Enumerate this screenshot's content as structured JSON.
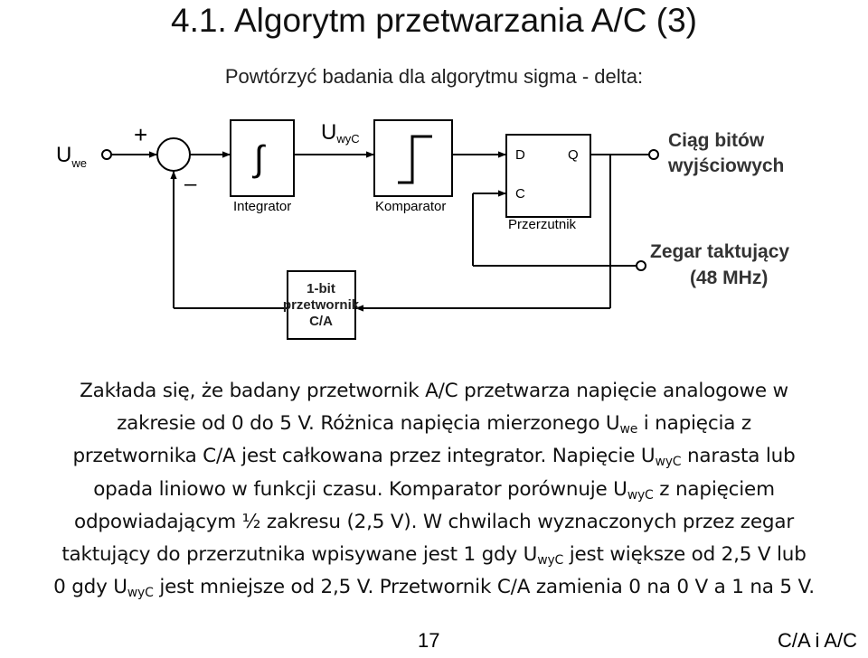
{
  "slide": {
    "title": "4.1. Algorytm przetwarzania A/C (3)",
    "subtitle": "Powtórzyć badania dla algorytmu sigma - delta:",
    "page_number": "17",
    "footer": "C/A i A/C"
  },
  "diagram": {
    "input_label_main": "U",
    "input_label_sub": "we",
    "plus_sign": "+",
    "minus_sign": "–",
    "integrator_label": "Integrator",
    "integrator_symbol": "∫",
    "out_label_main": "U",
    "out_label_sub": "wyC",
    "comparator_label": "Komparator",
    "flipflop_d": "D",
    "flipflop_q": "Q",
    "flipflop_c": "C",
    "flipflop_label": "Przerzutnik",
    "output_label_1": "Ciąg bitów",
    "output_label_2": "wyjściowych",
    "clock_label_1": "Zegar taktujący",
    "clock_label_2": "(48 MHz)",
    "dac_label_1": "1-bit",
    "dac_label_2": "przetwornik",
    "dac_label_3": "C/A"
  },
  "paragraph": {
    "l1": "Zakłada się, że badany przetwornik A/C przetwarza napięcie analogowe w",
    "l2a": "zakresie od 0 do 5 V. Różnica napięcia mierzonego U",
    "l2sub": "we",
    "l2b": " i napięcia z",
    "l3a": "przetwornika C/A jest całkowana przez integrator. Napięcie U",
    "l3sub": "wyC",
    "l3b": " narasta lub",
    "l4a": "opada liniowo w funkcji czasu. Komparator porównuje U",
    "l4sub": "wyC",
    "l4b": " z napięciem",
    "l5": "odpowiadającym ½ zakresu (2,5 V). W chwilach wyznaczonych przez zegar",
    "l6a": "taktujący do przerzutnika wpisywane jest 1 gdy U",
    "l6sub": "wyC",
    "l6b": " jest większe od 2,5 V lub",
    "l7a": "0 gdy U",
    "l7sub": "wyC",
    "l7b": " jest mniejsze od 2,5 V. Przetwornik C/A zamienia 0 na 0 V a 1 na 5 V."
  }
}
